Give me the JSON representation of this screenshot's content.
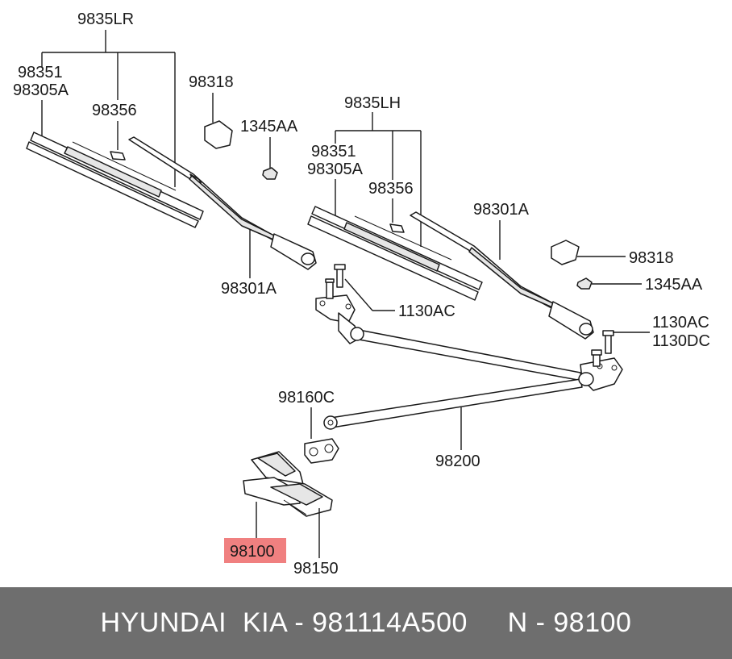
{
  "labels": {
    "lr_group": "9835LR",
    "lr_blade_a": "98351",
    "lr_blade_b": "98305A",
    "lr_clip": "98356",
    "lr_cap": "98318",
    "lr_nut": "1345AA",
    "lr_arm": "98301A",
    "lh_group": "9835LH",
    "lh_blade_a": "98351",
    "lh_blade_b": "98305A",
    "lh_clip": "98356",
    "lh_arm": "98301A",
    "rh_cap": "98318",
    "rh_nut": "1345AA",
    "pivot_bolt_left": "1130AC",
    "pivot_bolt_right_a": "1130AC",
    "pivot_bolt_right_b": "1130DC",
    "bushing": "98160C",
    "linkage": "98200",
    "motor_highlighted": "98100",
    "motor_bracket": "98150"
  },
  "highlight_color": "#f08080",
  "footer": {
    "text": "HYUNDAI  KIA - 981114A500     N - 98100"
  }
}
